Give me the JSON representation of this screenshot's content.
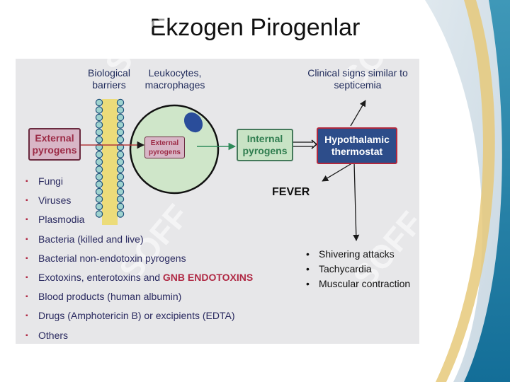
{
  "title": "Ekzogen Pirogenlar",
  "labels": {
    "biological_barriers": [
      "Biological",
      "barriers"
    ],
    "leukocytes": [
      "Leukocytes,",
      "macrophages"
    ],
    "clinical_signs": [
      "Clinical signs similar to",
      "septicemia"
    ]
  },
  "boxes": {
    "external_pyrogens": [
      "External",
      "pyrogens"
    ],
    "external_pyrogens_inside": [
      "External",
      "pyrogens"
    ],
    "internal_pyrogens": [
      "Internal",
      "pyrogens"
    ],
    "hypothalamic_thermostat": [
      "Hypothalamic",
      "thermostat"
    ]
  },
  "fever": "FEVER",
  "pyrogen_sources": [
    "Fungi",
    "Viruses",
    "Plasmodia",
    "Bacteria (killed and live)",
    "Bacterial non-endotoxin pyrogens",
    "Exotoxins, enterotoxins and ",
    "Blood products (human albumin)",
    "Drugs (Amphotericin B) or excipients (EDTA)",
    "Others"
  ],
  "pyrogen_sources_highlight": "GNB ENDOTOXINS",
  "bullet": "▪",
  "symptoms": [
    "Shivering attacks",
    "Tachycardia",
    "Muscular contraction"
  ],
  "symptom_bullet": "•",
  "watermark": "SOFF",
  "colors": {
    "external_box": "#d8b6c6",
    "internal_box": "#c8e3c5",
    "hypothalamic_box": "#2d4d8a",
    "cell": "#cfe6c9",
    "nucleus": "#2a4d9a",
    "highlight_text": "#b02a45"
  }
}
